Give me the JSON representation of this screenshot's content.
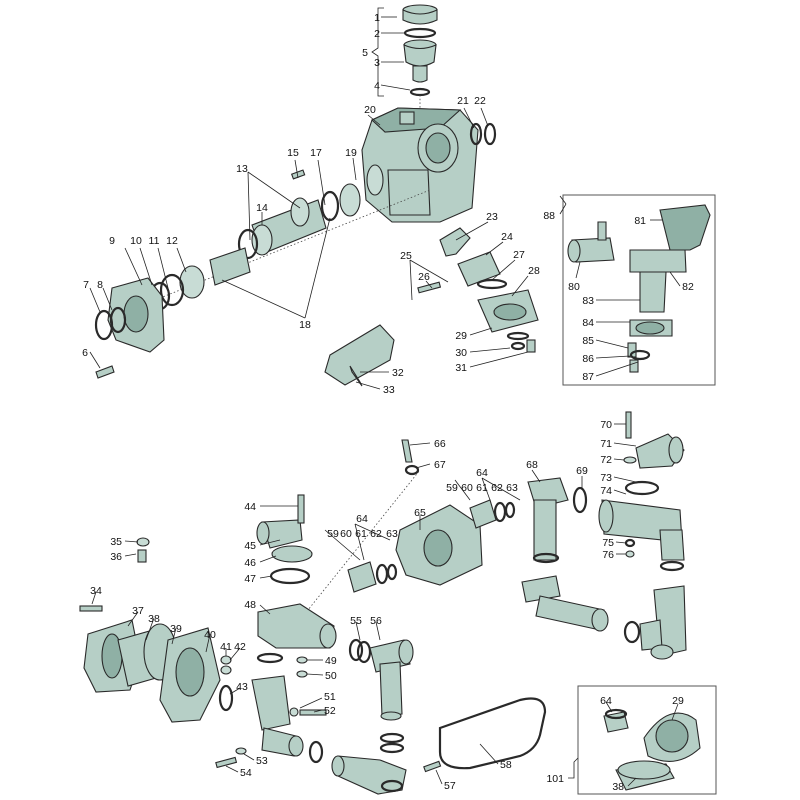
{
  "diagram": {
    "callouts": [
      {
        "n": "1"
      },
      {
        "n": "2"
      },
      {
        "n": "3"
      },
      {
        "n": "4"
      },
      {
        "n": "5"
      },
      {
        "n": "6"
      },
      {
        "n": "7"
      },
      {
        "n": "8"
      },
      {
        "n": "9"
      },
      {
        "n": "10"
      },
      {
        "n": "11"
      },
      {
        "n": "12"
      },
      {
        "n": "13"
      },
      {
        "n": "14"
      },
      {
        "n": "15"
      },
      {
        "n": "17"
      },
      {
        "n": "18"
      },
      {
        "n": "19"
      },
      {
        "n": "20"
      },
      {
        "n": "21"
      },
      {
        "n": "22"
      },
      {
        "n": "23"
      },
      {
        "n": "24"
      },
      {
        "n": "25"
      },
      {
        "n": "26"
      },
      {
        "n": "27"
      },
      {
        "n": "28"
      },
      {
        "n": "29"
      },
      {
        "n": "30"
      },
      {
        "n": "31"
      },
      {
        "n": "32"
      },
      {
        "n": "33"
      },
      {
        "n": "88"
      },
      {
        "n": "81"
      },
      {
        "n": "80"
      },
      {
        "n": "82"
      },
      {
        "n": "83"
      },
      {
        "n": "84"
      },
      {
        "n": "85"
      },
      {
        "n": "86"
      },
      {
        "n": "87"
      },
      {
        "n": "66"
      },
      {
        "n": "67"
      },
      {
        "n": "64"
      },
      {
        "n": "59"
      },
      {
        "n": "60"
      },
      {
        "n": "61"
      },
      {
        "n": "62"
      },
      {
        "n": "63"
      },
      {
        "n": "65"
      },
      {
        "n": "68"
      },
      {
        "n": "69"
      },
      {
        "n": "70"
      },
      {
        "n": "71"
      },
      {
        "n": "72"
      },
      {
        "n": "73"
      },
      {
        "n": "74"
      },
      {
        "n": "75"
      },
      {
        "n": "76"
      },
      {
        "n": "44"
      },
      {
        "n": "45"
      },
      {
        "n": "46"
      },
      {
        "n": "47"
      },
      {
        "n": "64"
      },
      {
        "n": "59"
      },
      {
        "n": "60"
      },
      {
        "n": "61"
      },
      {
        "n": "62"
      },
      {
        "n": "63"
      },
      {
        "n": "35"
      },
      {
        "n": "36"
      },
      {
        "n": "34"
      },
      {
        "n": "37"
      },
      {
        "n": "38"
      },
      {
        "n": "39"
      },
      {
        "n": "40"
      },
      {
        "n": "41"
      },
      {
        "n": "42"
      },
      {
        "n": "43"
      },
      {
        "n": "48"
      },
      {
        "n": "49"
      },
      {
        "n": "50"
      },
      {
        "n": "55"
      },
      {
        "n": "56"
      },
      {
        "n": "51"
      },
      {
        "n": "52"
      },
      {
        "n": "53"
      },
      {
        "n": "54"
      },
      {
        "n": "57"
      },
      {
        "n": "58"
      },
      {
        "n": "101"
      },
      {
        "n": "64"
      },
      {
        "n": "29"
      },
      {
        "n": "38"
      }
    ]
  }
}
